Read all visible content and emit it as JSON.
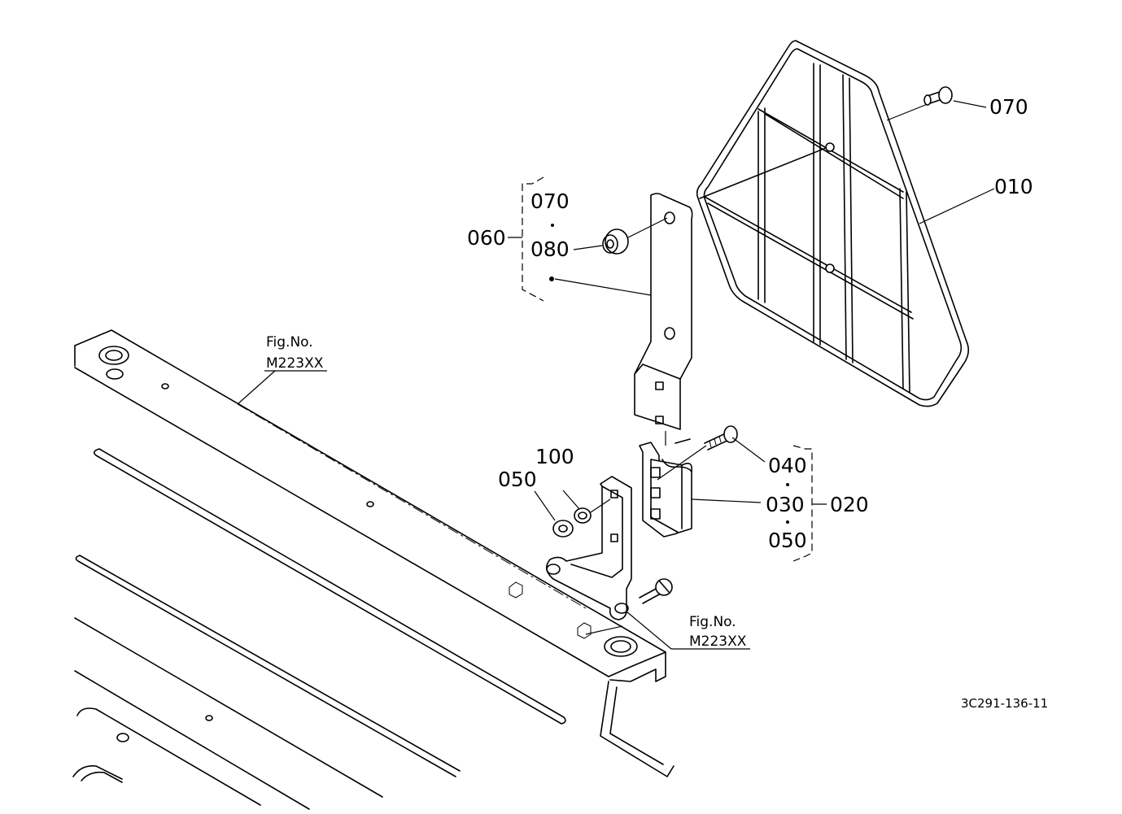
{
  "callouts": {
    "c010": "010",
    "c020": "020",
    "c030": "030",
    "c040": "040",
    "c050_group": "050",
    "c050_nut": "050",
    "c060": "060",
    "c070_group": "070",
    "c070_bolt": "070",
    "c080": "080",
    "c100": "100"
  },
  "references": {
    "fig_label_top": "Fig.No.",
    "fig_code_top": "M223XX",
    "fig_label_bottom": "Fig.No.",
    "fig_code_bottom": "M223XX"
  },
  "drawing_code": "3C291-136-11"
}
